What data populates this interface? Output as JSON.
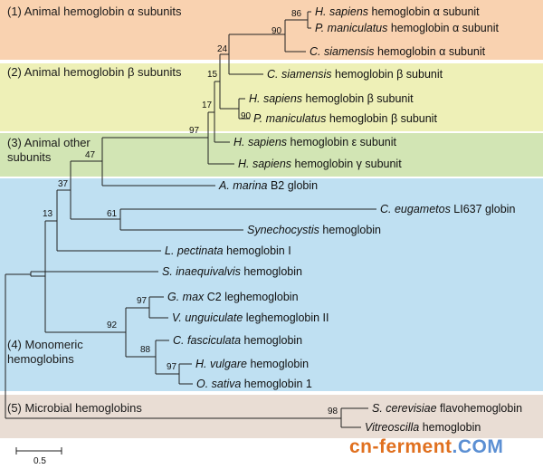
{
  "colors": {
    "group1": "#f9d2b0",
    "group2": "#eef0b7",
    "group3": "#d2e5b4",
    "group4": "#bfe0f2",
    "group5": "#e9ddd4",
    "line": "#222222",
    "watermark_main": "#e0701f",
    "watermark_accent": "#5b8fd3"
  },
  "groups": [
    {
      "id": "g1",
      "label": "(1) Animal hemoglobin α subunits"
    },
    {
      "id": "g2",
      "label": "(2) Animal hemoglobin β subunits"
    },
    {
      "id": "g3",
      "label": "(3) Animal other subunits"
    },
    {
      "id": "g4",
      "label": "(4) Monomeric hemoglobins"
    },
    {
      "id": "g5",
      "label": "(5) Microbial hemoglobins"
    }
  ],
  "taxa": [
    {
      "italic": "H. sapiens",
      "rest": " hemoglobin α subunit"
    },
    {
      "italic": "P. maniculatus",
      "rest": " hemoglobin α subunit"
    },
    {
      "italic": "C. siamensis",
      "rest": " hemoglobin α subunit"
    },
    {
      "italic": "C. siamensis",
      "rest": " hemoglobin β subunit"
    },
    {
      "italic": "H. sapiens",
      "rest": " hemoglobin β subunit"
    },
    {
      "italic": "P. maniculatus",
      "rest": " hemoglobin β subunit"
    },
    {
      "italic": "H. sapiens",
      "rest": " hemoglobin ε subunit"
    },
    {
      "italic": "H. sapiens",
      "rest": " hemoglobin γ subunit"
    },
    {
      "italic": "A. marina",
      "rest": " B2 globin"
    },
    {
      "italic": "C. eugametos",
      "rest": " LI637 globin"
    },
    {
      "italic": "Synechocystis",
      "rest": " hemoglobin"
    },
    {
      "italic": "L. pectinata",
      "rest": " hemoglobin I"
    },
    {
      "italic": "S. inaequivalvis",
      "rest": " hemoglobin"
    },
    {
      "italic": "G. max",
      "rest": " C2 leghemoglobin"
    },
    {
      "italic": "V. unguiculate",
      "rest": " leghemoglobin II"
    },
    {
      "italic": "C. fasciculata",
      "rest": " hemoglobin"
    },
    {
      "italic": "H. vulgare",
      "rest": " hemoglobin"
    },
    {
      "italic": "O. sativa",
      "rest": " hemoglobin 1"
    },
    {
      "italic": "S. cerevisiae",
      "rest": " flavohemoglobin"
    },
    {
      "italic": "Vitreoscilla",
      "rest": " hemoglobin"
    }
  ],
  "bootstrap": [
    "86",
    "90",
    "24",
    "15",
    "17",
    "90",
    "97",
    "47",
    "37",
    "13",
    "61",
    "97",
    "92",
    "88",
    "97",
    "98"
  ],
  "scale_bar": {
    "label": "0.5"
  },
  "watermark": {
    "main": "cn-ferment",
    "accent": ".COM"
  }
}
